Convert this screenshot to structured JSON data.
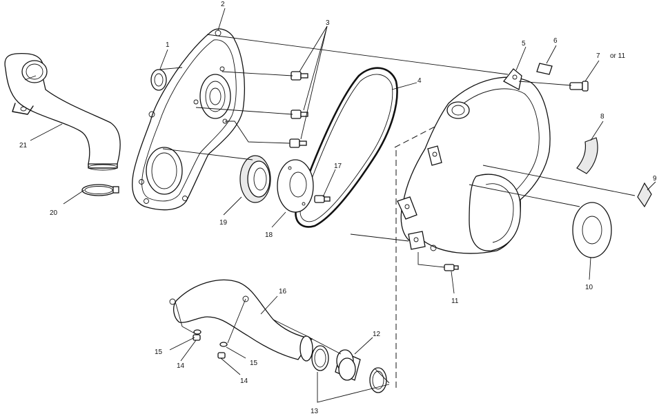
{
  "callouts": {
    "c1": "1",
    "c2": "2",
    "c3": "3",
    "c4": "4",
    "c5": "5",
    "c6": "6",
    "c7": "7",
    "c7_note": "or 11",
    "c8": "8",
    "c9": "9",
    "c10": "10",
    "c11": "11",
    "c12": "12",
    "c13": "13",
    "c14a": "14",
    "c14b": "14",
    "c15a": "15",
    "c15b": "15",
    "c16": "16",
    "c17": "17",
    "c18": "18",
    "c19": "19",
    "c20": "20",
    "c21": "21"
  }
}
